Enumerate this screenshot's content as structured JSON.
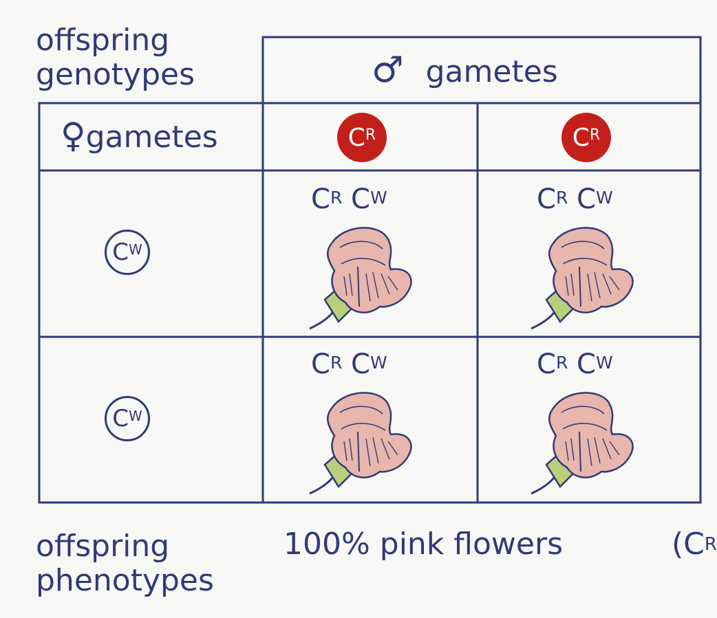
{
  "top_label": {
    "line1": "offspring",
    "line2": "genotypes"
  },
  "male_header": {
    "symbol": "♂",
    "text": "gametes"
  },
  "female_header": {
    "symbol": "♀",
    "text": "gametes"
  },
  "male_gametes": [
    {
      "base": "C",
      "sup": "R"
    },
    {
      "base": "C",
      "sup": "R"
    }
  ],
  "female_gametes": [
    {
      "base": "C",
      "sup": "W"
    },
    {
      "base": "C",
      "sup": "W"
    }
  ],
  "offspring": [
    {
      "a_base": "C",
      "a_sup": "R",
      "b_base": "C",
      "b_sup": "W"
    },
    {
      "a_base": "C",
      "a_sup": "R",
      "b_base": "C",
      "b_sup": "W"
    },
    {
      "a_base": "C",
      "a_sup": "R",
      "b_base": "C",
      "b_sup": "W"
    },
    {
      "a_base": "C",
      "a_sup": "R",
      "b_base": "C",
      "b_sup": "W"
    }
  ],
  "bottom_label": {
    "line1": "offspring",
    "line2": "phenotypes"
  },
  "phenotype_result": "100% pink flowers",
  "truncated_text": "(C",
  "truncated_sup": "R",
  "colors": {
    "line": "#2f3a78",
    "red_gamete": "#c4201b",
    "flower_pink": "#e8b6ad",
    "stem_green": "#b9cf7a"
  }
}
